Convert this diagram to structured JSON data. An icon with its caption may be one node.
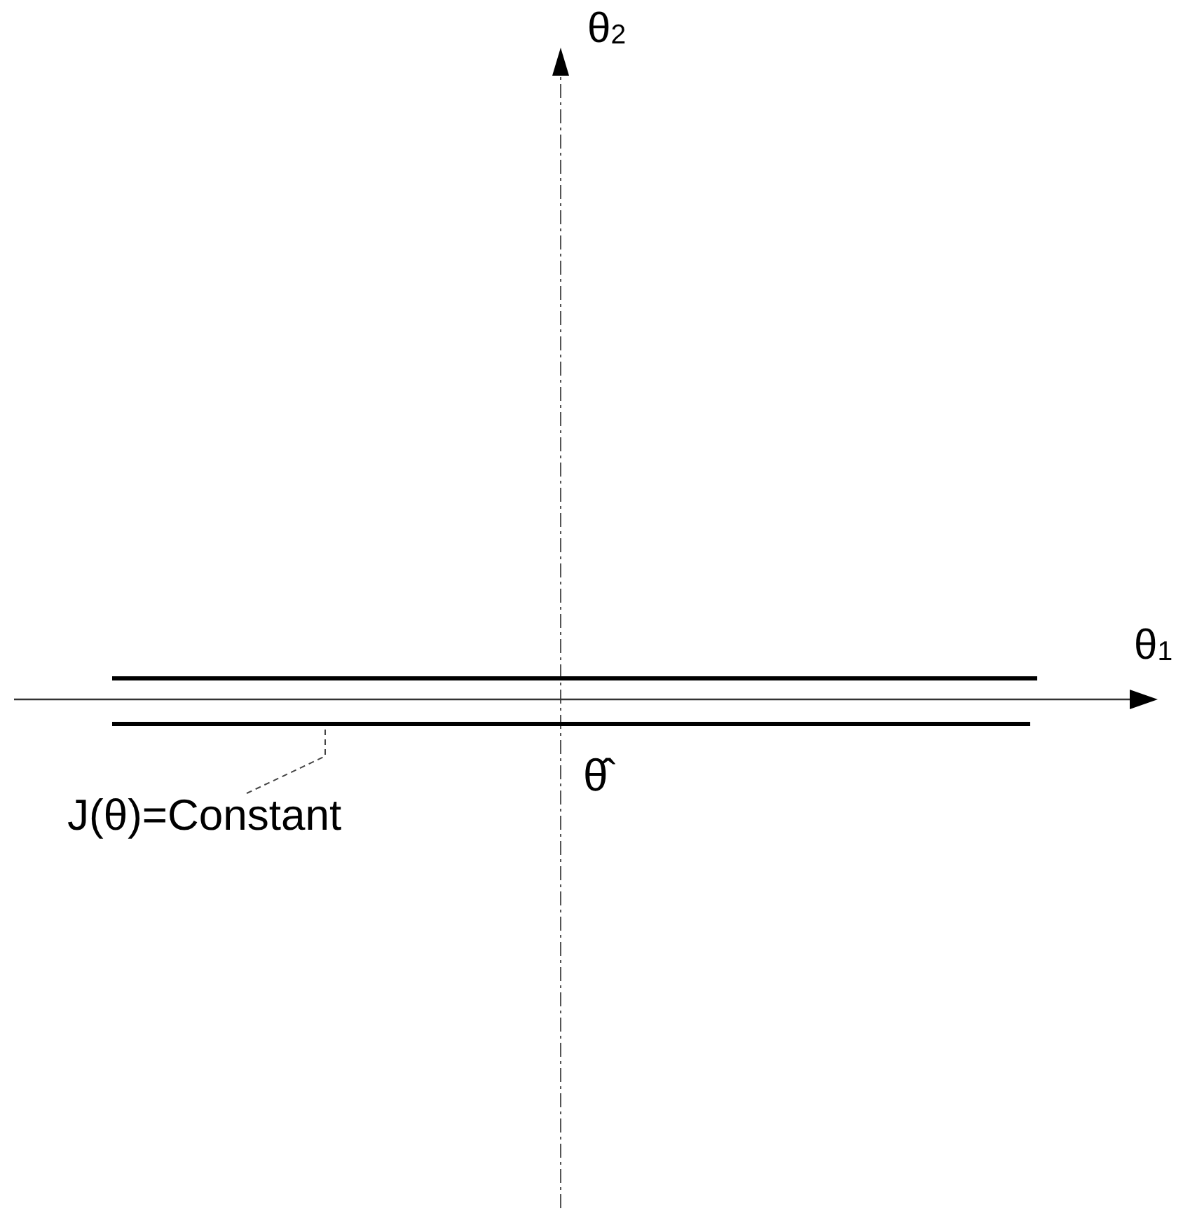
{
  "diagram": {
    "nodes": [
      {
        "text": [
          "J(θ)=Constant"
        ]
      },
      {
        "text": [],
        "shape": "line"
      }
    ],
    "edges": [
      {
        "from": 0,
        "to": 1,
        "arrow": "none",
        "style": "dashed"
      }
    ],
    "labels": [
      "θ$_{2}$",
      "θ$_{1}$",
      "θ̂"
    ]
  }
}
